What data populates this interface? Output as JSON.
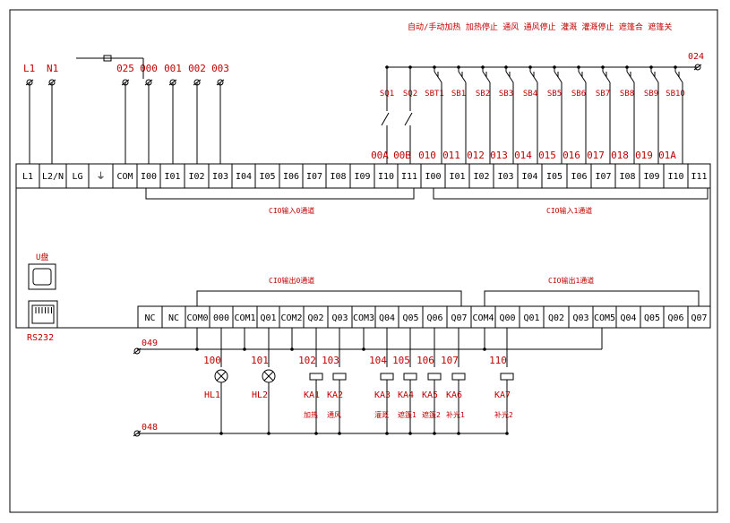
{
  "header": {
    "title": "自动/手动加热 加热停止 通风 通风停止 灌溉 灌溉停止 遮篷合 遮篷关"
  },
  "power": {
    "L1": "L1",
    "N1": "N1"
  },
  "top_labels": [
    "025",
    "000",
    "001",
    "002",
    "003"
  ],
  "node_024": "024",
  "switch_labels": [
    "SQ1",
    "SQ2",
    "SBT1",
    "SB1",
    "SB2",
    "SB3",
    "SB4",
    "SB5",
    "SB6",
    "SB7",
    "SB8",
    "SB9",
    "SB10"
  ],
  "input_addrs": [
    "00A",
    "00B",
    "010",
    "011",
    "012",
    "013",
    "014",
    "015",
    "016",
    "017",
    "018",
    "019",
    "01A"
  ],
  "input_terminals": [
    "L1",
    "L2/N",
    "LG",
    "⏚",
    "COM",
    "I00",
    "I01",
    "I02",
    "I03",
    "I04",
    "I05",
    "I06",
    "I07",
    "I08",
    "I09",
    "I10",
    "I11",
    "I00",
    "I01",
    "I02",
    "I03",
    "I04",
    "I05",
    "I06",
    "I07",
    "I08",
    "I09",
    "I10",
    "I11"
  ],
  "group_labels": {
    "in0": "CIO输入0通道",
    "in1": "CIO输入1通道",
    "out0": "CIO输出0通道",
    "out1": "CIO输出1通道"
  },
  "output_terminals": [
    "NC",
    "NC",
    "COM0",
    "000",
    "COM1",
    "Q01",
    "COM2",
    "Q02",
    "Q03",
    "COM3",
    "Q04",
    "Q05",
    "Q06",
    "Q07",
    "COM4",
    "Q00",
    "Q01",
    "Q02",
    "Q03",
    "COM5",
    "Q04",
    "Q05",
    "Q06",
    "Q07"
  ],
  "ports": {
    "usb": "U盘",
    "rs232": "RS232"
  },
  "nodes": {
    "n049": "049",
    "n048": "048"
  },
  "output_nums": [
    "100",
    "101",
    "102",
    "103",
    "104",
    "105",
    "106",
    "107",
    "110"
  ],
  "devices": [
    "HL1",
    "HL2",
    "KA1",
    "KA2",
    "KA3",
    "KA4",
    "KA5",
    "KA6",
    "KA7"
  ],
  "device_funcs": [
    "加热",
    "通风",
    "灌溉",
    "遮篷1",
    "遮篷2",
    "补光1",
    "补光2"
  ]
}
